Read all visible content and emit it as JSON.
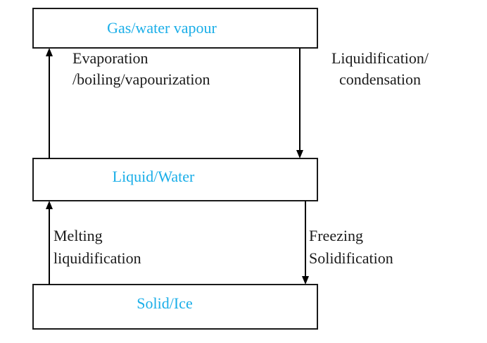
{
  "diagram": {
    "title": "States of water",
    "colors": {
      "state_text": "#1aaee8",
      "label_text": "#1a1a1a",
      "lines": "#000000"
    },
    "states": {
      "gas": "Gas/water vapour",
      "liquid": "Liquid/Water",
      "solid": "Solid/Ice"
    },
    "transitions": {
      "evaporation": {
        "from": "liquid",
        "to": "gas",
        "lines": [
          "Evaporation",
          "/boiling/vapourization"
        ]
      },
      "condensation": {
        "from": "gas",
        "to": "liquid",
        "lines": [
          "Liquidification/",
          "condensation"
        ]
      },
      "melting": {
        "from": "solid",
        "to": "liquid",
        "lines": [
          "Melting",
          "liquidification"
        ]
      },
      "freezing": {
        "from": "liquid",
        "to": "solid",
        "lines": [
          "Freezing",
          "Solidification"
        ]
      }
    }
  }
}
